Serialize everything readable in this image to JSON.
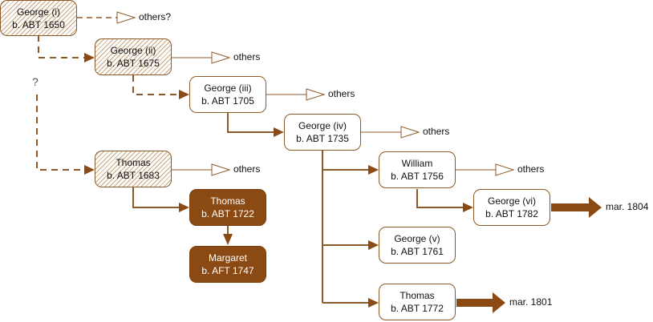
{
  "nodes": {
    "george_i": {
      "name": "George (i)",
      "born": "b. ABT 1650"
    },
    "george_ii": {
      "name": "George (ii)",
      "born": "b. ABT 1675"
    },
    "george_iii": {
      "name": "George (iii)",
      "born": "b. ABT 1705"
    },
    "george_iv": {
      "name": "George (iv)",
      "born": "b. ABT 1735"
    },
    "thomas_1683": {
      "name": "Thomas",
      "born": "b. ABT 1683"
    },
    "thomas_1722": {
      "name": "Thomas",
      "born": "b. ABT 1722"
    },
    "margaret": {
      "name": "Margaret",
      "born": "b. AFT 1747"
    },
    "william": {
      "name": "William",
      "born": "b. ABT 1756"
    },
    "george_vi": {
      "name": "George (vi)",
      "born": "b. ABT 1782"
    },
    "george_v": {
      "name": "George (v)",
      "born": "b. ABT 1761"
    },
    "thomas_1772": {
      "name": "Thomas",
      "born": "b. ABT 1772"
    }
  },
  "labels": {
    "others_q": "others?",
    "others": "others",
    "question": "?",
    "mar_1804": "mar. 1804",
    "mar_1801": "mar. 1801"
  },
  "colors": {
    "line": "#8c5a28",
    "filled": "#8b4a14"
  }
}
